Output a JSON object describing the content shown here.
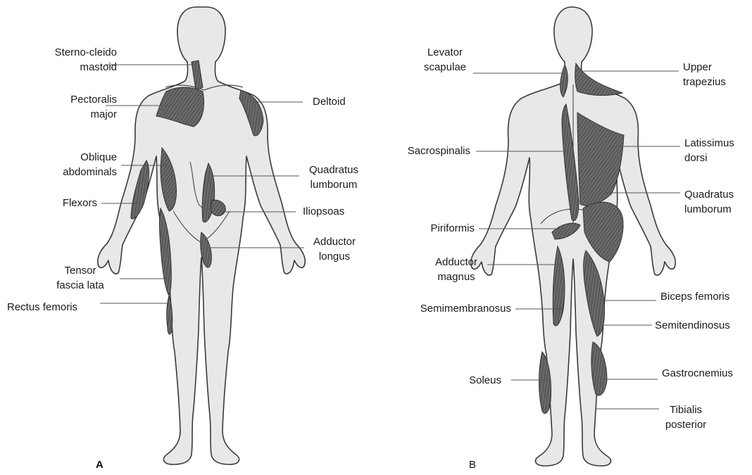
{
  "figure": {
    "panels": [
      {
        "id": "A",
        "label": "A"
      },
      {
        "id": "B",
        "label": "B"
      }
    ],
    "anterior_labels": [
      {
        "key": "sterno",
        "lines": [
          "Sterno-cleido",
          "mastoid"
        ]
      },
      {
        "key": "pectoralis",
        "lines": [
          "Pectoralis",
          "major"
        ]
      },
      {
        "key": "oblique",
        "lines": [
          "Oblique",
          "abdominals"
        ]
      },
      {
        "key": "flexors",
        "lines": [
          "Flexors"
        ]
      },
      {
        "key": "tensor",
        "lines": [
          "Tensor",
          "fascia lata"
        ]
      },
      {
        "key": "rectus",
        "lines": [
          "Rectus femoris"
        ]
      },
      {
        "key": "deltoid",
        "lines": [
          "Deltoid"
        ]
      },
      {
        "key": "quadratus_a",
        "lines": [
          "Quadratus",
          "lumborum"
        ]
      },
      {
        "key": "iliopsoas",
        "lines": [
          "Iliopsoas"
        ]
      },
      {
        "key": "adductor_longus",
        "lines": [
          "Adductor",
          "longus"
        ]
      }
    ],
    "posterior_labels": [
      {
        "key": "levator",
        "lines": [
          "Levator",
          "scapulae"
        ]
      },
      {
        "key": "sacrospinalis",
        "lines": [
          "Sacrospinalis"
        ]
      },
      {
        "key": "piriformis",
        "lines": [
          "Piriformis"
        ]
      },
      {
        "key": "adductor_magnus",
        "lines": [
          "Adductor",
          "magnus"
        ]
      },
      {
        "key": "semimembranosus",
        "lines": [
          "Semimembranosus"
        ]
      },
      {
        "key": "soleus",
        "lines": [
          "Soleus"
        ]
      },
      {
        "key": "upper_trapezius",
        "lines": [
          "Upper",
          "trapezius"
        ]
      },
      {
        "key": "latissimus",
        "lines": [
          "Latissimus",
          "dorsi"
        ]
      },
      {
        "key": "quadratus_b",
        "lines": [
          "Quadratus",
          "lumborum"
        ]
      },
      {
        "key": "biceps_femoris",
        "lines": [
          "Biceps femoris"
        ]
      },
      {
        "key": "semitendinosus",
        "lines": [
          "Semitendinosus"
        ]
      },
      {
        "key": "gastrocnemius",
        "lines": [
          "Gastrocnemius"
        ]
      },
      {
        "key": "tibialis",
        "lines": [
          "Tibialis",
          "posterior"
        ]
      }
    ],
    "colors": {
      "body_fill": "#e8e8e8",
      "outline": "#3a3a3a",
      "muscle": "#5e5e5e",
      "leader": "#555555"
    }
  }
}
